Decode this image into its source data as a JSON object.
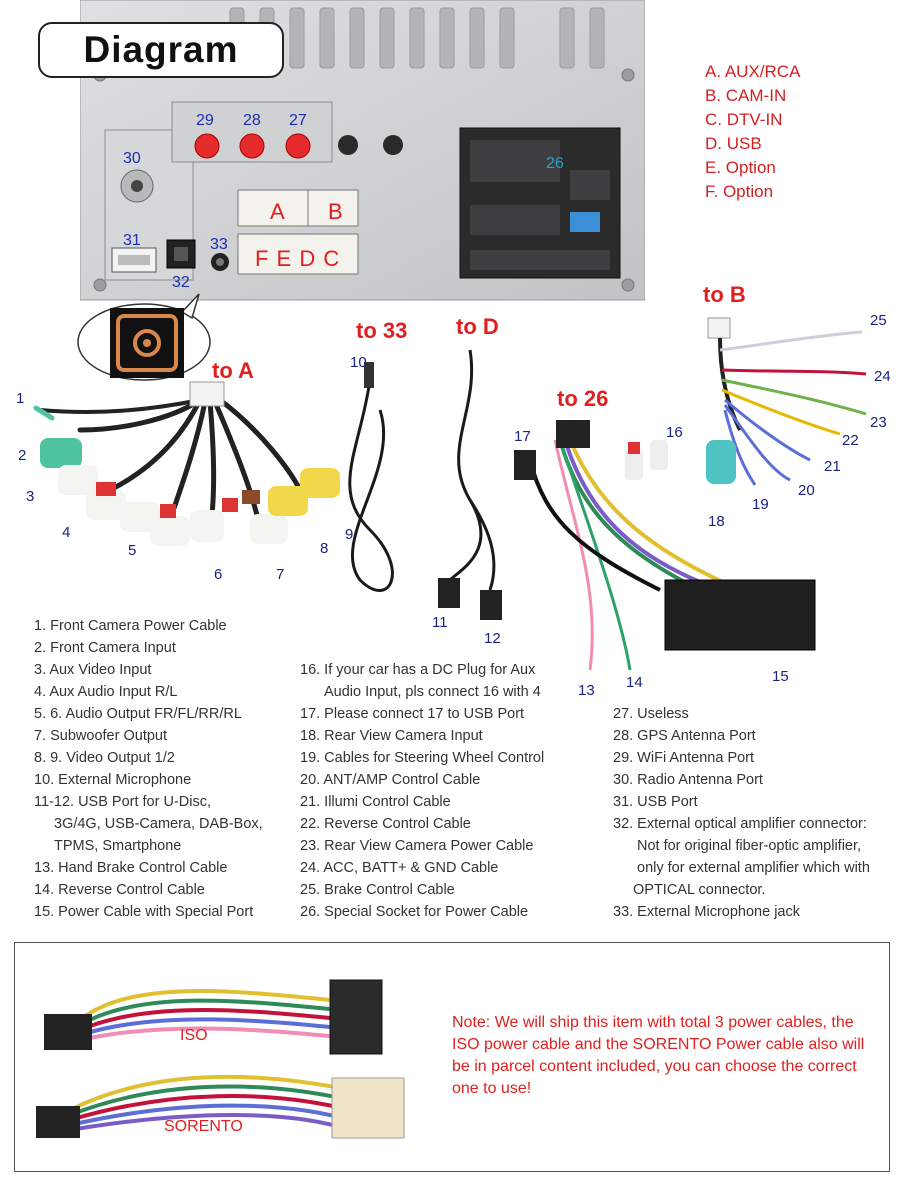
{
  "title": "Diagram",
  "legend": [
    "A. AUX/RCA",
    "B. CAM-IN",
    "C. DTV-IN",
    "D. USB",
    "E. Option",
    "F. Option"
  ],
  "panel": {
    "port_numbers": {
      "p29": "29",
      "p28": "28",
      "p27": "27",
      "p30": "30",
      "p31": "31",
      "p32": "32",
      "p33": "33",
      "p26": "26"
    },
    "port_letters": {
      "a": "A",
      "b": "B",
      "fedc": "F E D C"
    }
  },
  "targets": {
    "to_a": "to A",
    "to_33": "to 33",
    "to_d": "to D",
    "to_26": "to 26",
    "to_b": "to B"
  },
  "cable_numbers": {
    "n1": "1",
    "n2": "2",
    "n3": "3",
    "n4": "4",
    "n5": "5",
    "n6": "6",
    "n7": "7",
    "n8": "8",
    "n9": "9",
    "n10": "10",
    "n11": "11",
    "n12": "12",
    "n13": "13",
    "n14": "14",
    "n15": "15",
    "n16": "16",
    "n17": "17",
    "n18": "18",
    "n19": "19",
    "n20": "20",
    "n21": "21",
    "n22": "22",
    "n23": "23",
    "n24": "24",
    "n25": "25"
  },
  "list_col1": [
    "1. Front Camera Power Cable",
    "2. Front Camera Input",
    "3. Aux Video Input",
    "4. Aux Audio Input R/L",
    "5. 6. Audio Output FR/FL/RR/RL",
    "7. Subwoofer Output",
    "8. 9. Video Output 1/2",
    "10. External Microphone",
    "11-12. USB Port for U-Disc,",
    "3G/4G, USB-Camera, DAB-Box,",
    "TPMS, Smartphone",
    "13. Hand Brake Control Cable",
    "14. Reverse Control Cable",
    "15. Power Cable with Special Port"
  ],
  "list_col2": [
    "16. If your car has a DC Plug for Aux",
    "Audio Input, pls connect 16 with 4",
    "17. Please connect 17 to USB Port",
    "18. Rear View Camera Input",
    "19. Cables for Steering Wheel Control",
    "20. ANT/AMP Control Cable",
    "21. Illumi Control Cable",
    "22. Reverse Control Cable",
    "23. Rear View Camera Power Cable",
    "24. ACC, BATT+ & GND Cable",
    "25. Brake Control Cable",
    "26. Special Socket for Power Cable"
  ],
  "list_col3": [
    "27. Useless",
    "28. GPS Antenna Port",
    "29. WiFi Antenna Port",
    "30. Radio Antenna Port",
    "31. USB Port",
    "32. External optical amplifier connector:",
    "Not for original fiber-optic amplifier,",
    "only for external amplifier which with",
    "OPTICAL connector.",
    "33. External Microphone jack"
  ],
  "note": {
    "text": "Note: We will ship this item with total 3 power cables, the ISO power cable and the SORENTO Power cable also will be in parcel content included, you can choose the correct one to use!",
    "iso_label": "ISO",
    "sorento_label": "SORENTO"
  },
  "colors": {
    "accent_red": "#e02020",
    "number_blue": "#1a2fb0",
    "panel_gray": "#cfd0d2"
  }
}
